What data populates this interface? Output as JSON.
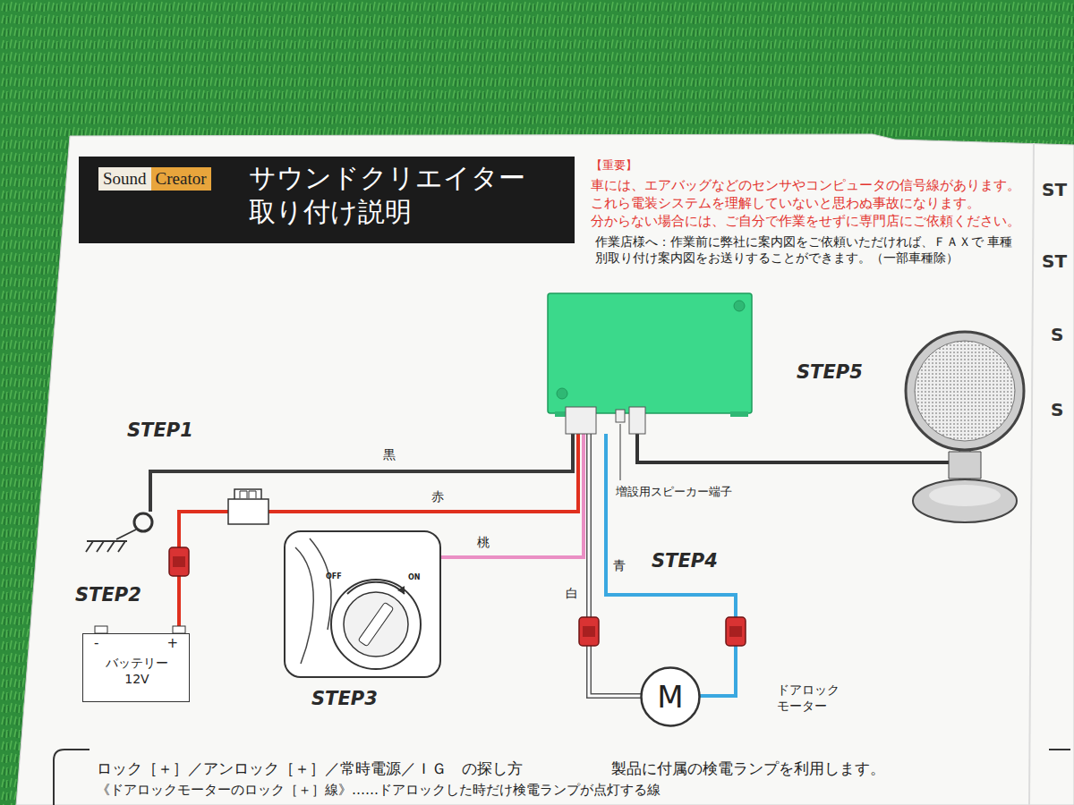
{
  "diagram": {
    "title": "サウンドクリエイター 取り付け説明",
    "nodes": [
      {
        "text": [
          "-",
          "+",
          "バッテリー 12V"
        ]
      },
      {
        "text": [
          "M"
        ]
      }
    ],
    "labels": [
      "Sound",
      "Creator",
      "【重要】",
      "車には、エアバッグなどのセンサやコンピュータの信号線があります。",
      "これら電装システムを理解していないと思わぬ事故になります。",
      "分からない場合には、ご自分で作業をせずに専門店にご依頼ください。",
      "作業店様へ：作業前に弊社に案内図をご依頼いただければ、ＦＡＸで 車種別取り付け案内図をお送りすることができます。（一部車種除）",
      "STEP1",
      "黒",
      "赤",
      "STEP2",
      "桃",
      "OFF",
      "ON",
      "STEP3",
      "白",
      "青",
      "増設用スピーカー端子",
      "STEP4",
      "ドアロック モーター",
      "STEP5",
      "ロック［＋］／アンロック［＋］／常時電源／ＩＧ　の探し方",
      "製品に付属の検電ランプを利用します。",
      "《ドアロックモーターのロック［＋］線》……ドアロックした時だけ検電ランプが点灯する線",
      "ST",
      "ST",
      "S",
      "S"
    ]
  }
}
